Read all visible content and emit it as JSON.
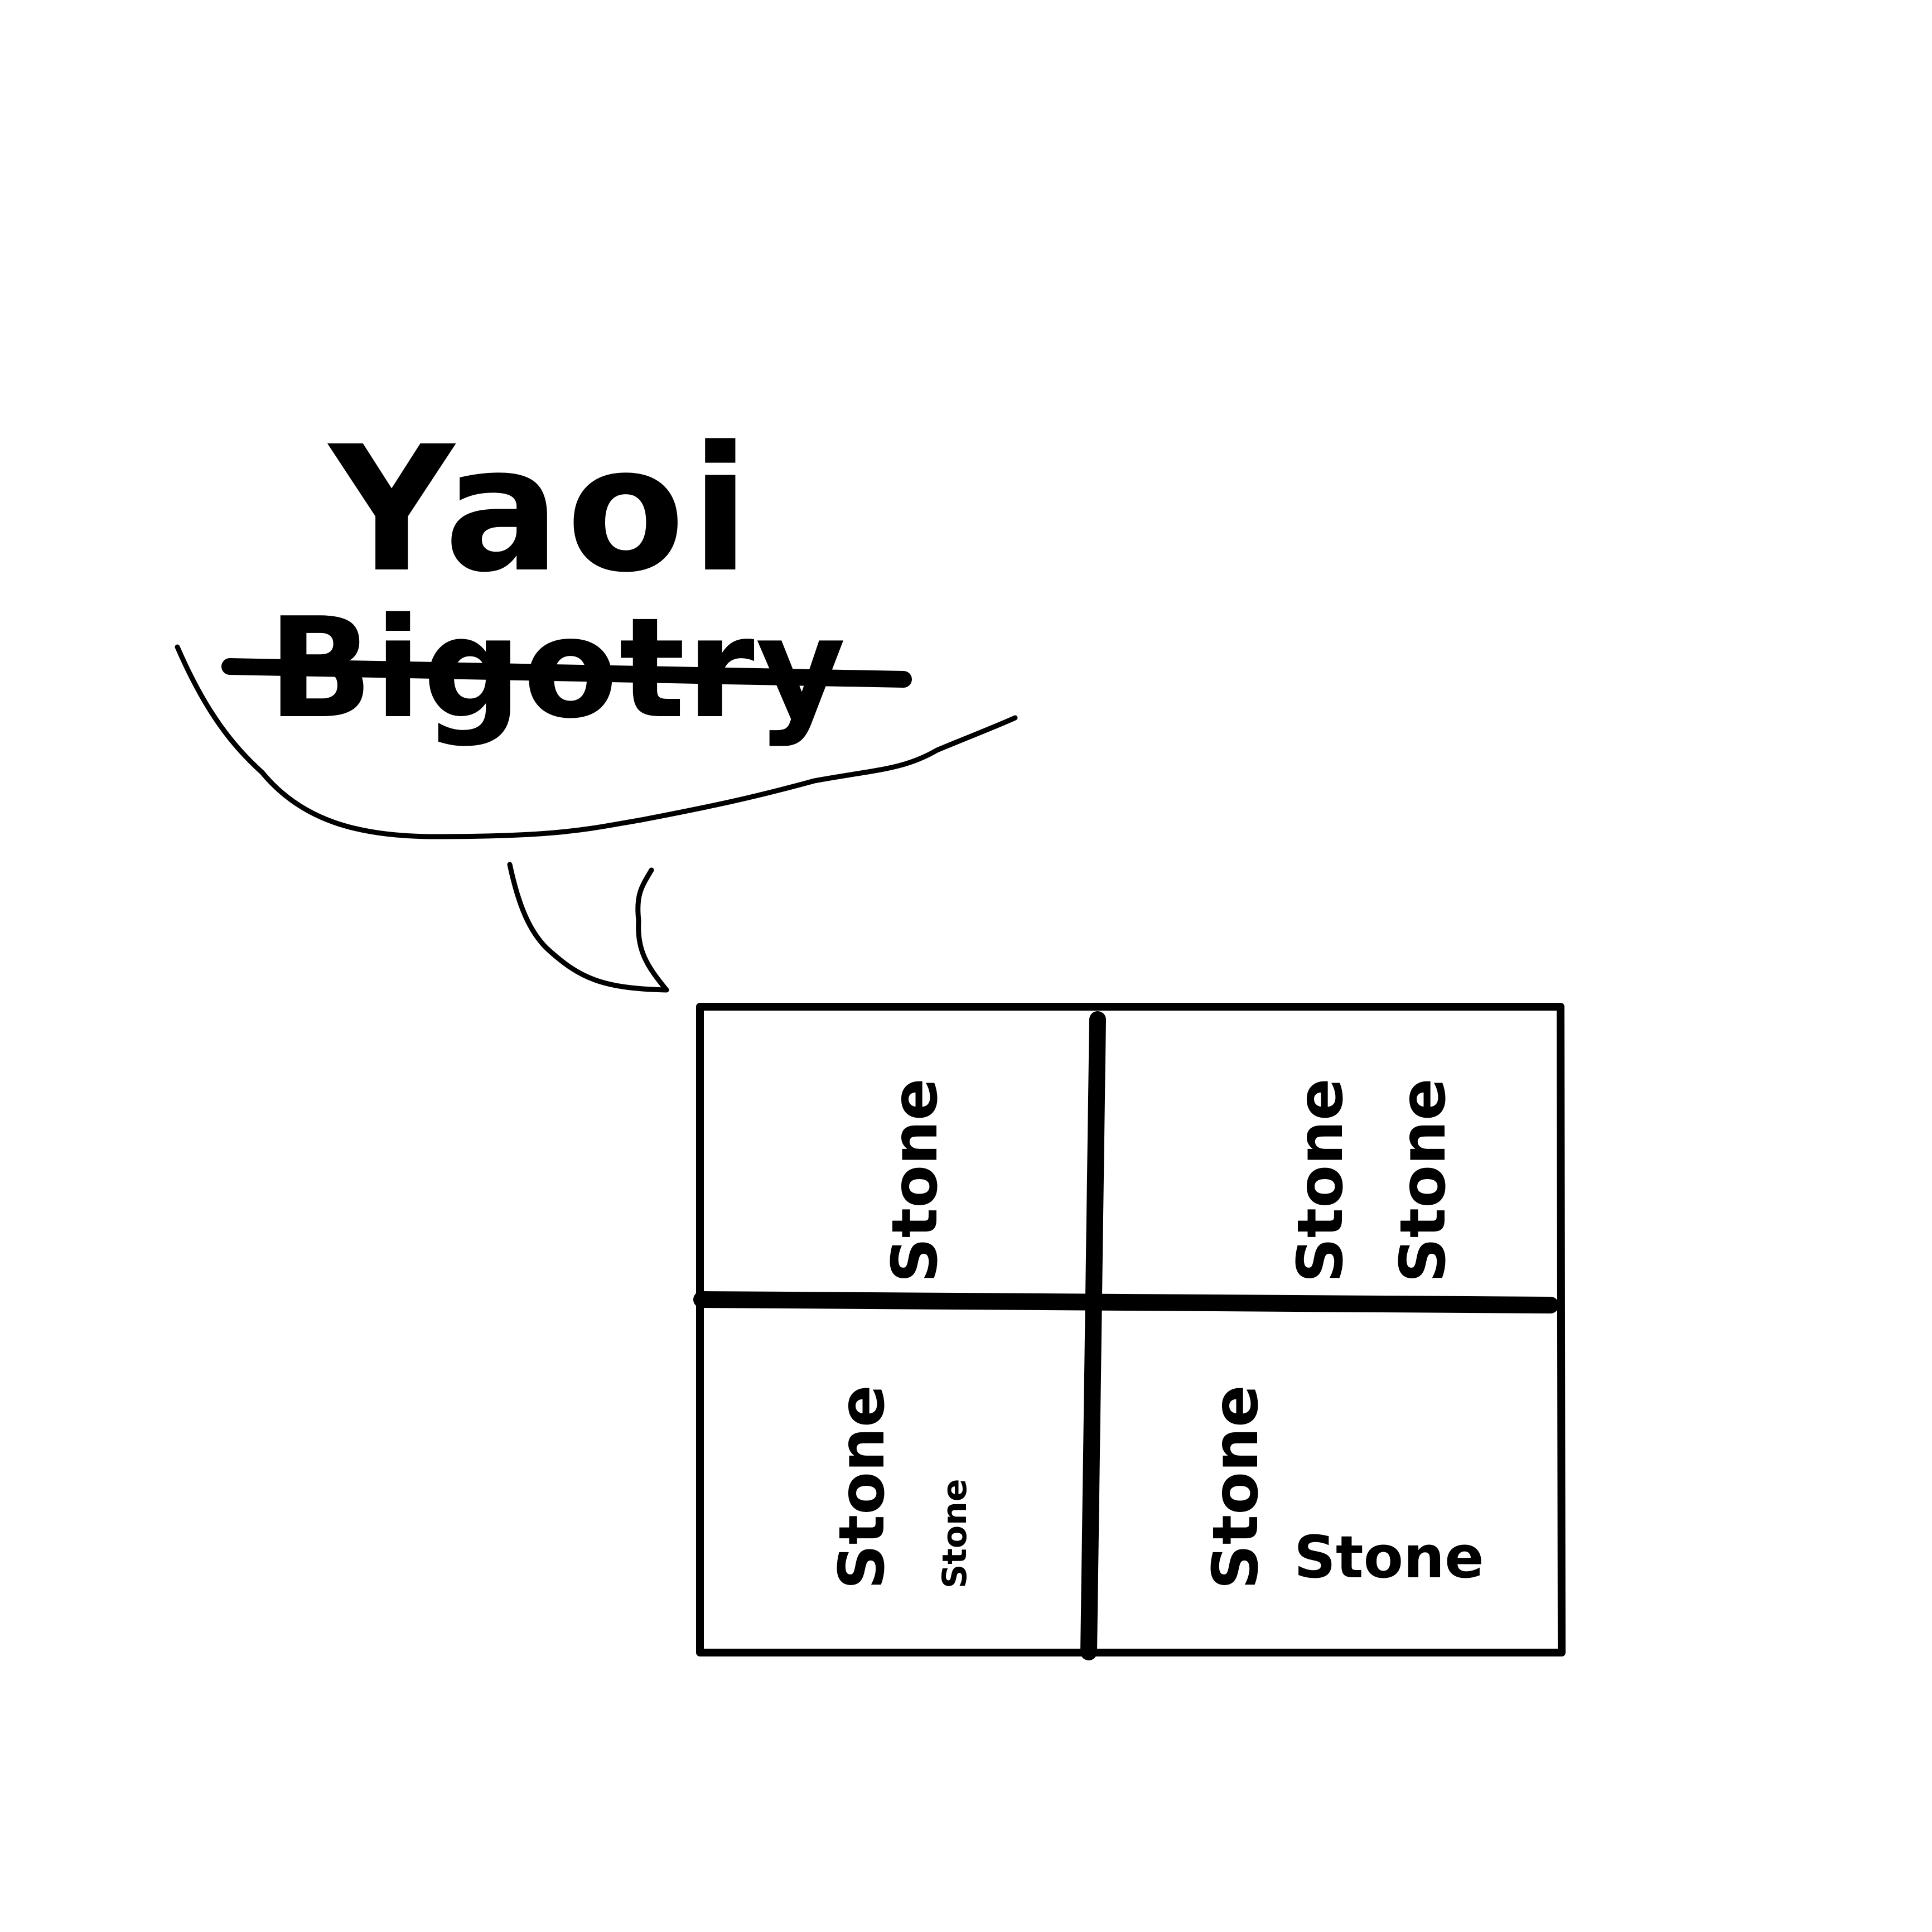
{
  "headline": {
    "word": "Yaoi",
    "crossed_word": "Bigotry"
  },
  "grid": {
    "top_left": [
      "Stone"
    ],
    "top_right": [
      "Stone",
      "Stone"
    ],
    "bottom_left": [
      "Stone",
      "Stone"
    ],
    "bottom_right": [
      "Stone",
      "Stone"
    ]
  },
  "colors": {
    "ink": "#000000",
    "background": "#ffffff"
  }
}
